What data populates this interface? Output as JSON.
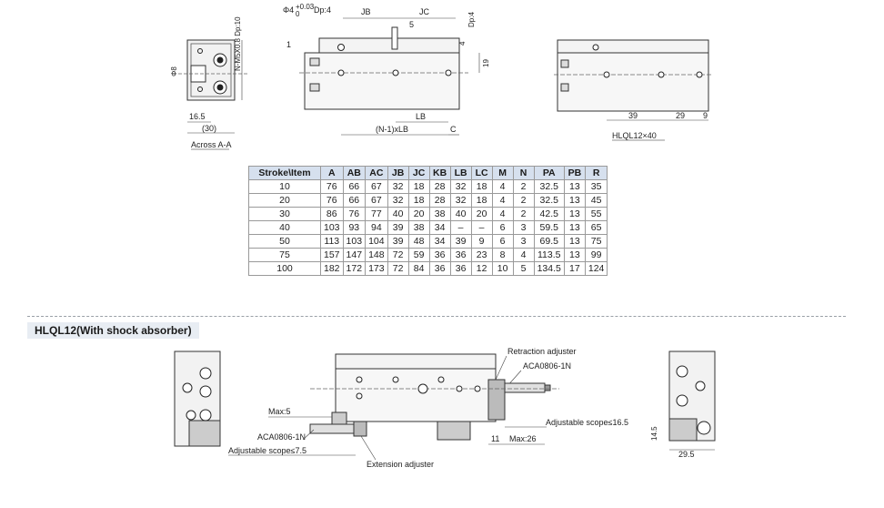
{
  "top_view": {
    "left": {
      "n_label": "N-M5X0.8 Dp:10",
      "phi8": "Φ8",
      "dim_16_5": "16.5",
      "dim_30": "(30)",
      "caption": "Across A-A"
    },
    "center": {
      "phi4": "Φ4",
      "tol": "+0.03",
      "tol0": "0",
      "dp4": "Dp:4",
      "jb": "JB",
      "jc": "JC",
      "dim5": "5",
      "dim1": "1",
      "dim19": "19",
      "right_tol": "4",
      "right_dp": "Dp:4",
      "lb": "LB",
      "nlb": "(N-1)xLB",
      "c": "C"
    },
    "right": {
      "d39": "39",
      "d29": "29",
      "d9": "9",
      "caption": "HLQL12×40"
    }
  },
  "spec_table": {
    "headers": [
      "Stroke\\Item",
      "A",
      "AB",
      "AC",
      "JB",
      "JC",
      "KB",
      "LB",
      "LC",
      "M",
      "N",
      "PA",
      "PB",
      "R"
    ],
    "rows": [
      [
        "10",
        "76",
        "66",
        "67",
        "32",
        "18",
        "28",
        "32",
        "18",
        "4",
        "2",
        "32.5",
        "13",
        "35"
      ],
      [
        "20",
        "76",
        "66",
        "67",
        "32",
        "18",
        "28",
        "32",
        "18",
        "4",
        "2",
        "32.5",
        "13",
        "45"
      ],
      [
        "30",
        "86",
        "76",
        "77",
        "40",
        "20",
        "38",
        "40",
        "20",
        "4",
        "2",
        "42.5",
        "13",
        "55"
      ],
      [
        "40",
        "103",
        "93",
        "94",
        "39",
        "38",
        "34",
        "–",
        "–",
        "6",
        "3",
        "59.5",
        "13",
        "65"
      ],
      [
        "50",
        "113",
        "103",
        "104",
        "39",
        "48",
        "34",
        "39",
        "9",
        "6",
        "3",
        "69.5",
        "13",
        "75"
      ],
      [
        "75",
        "157",
        "147",
        "148",
        "72",
        "59",
        "36",
        "36",
        "23",
        "8",
        "4",
        "113.5",
        "13",
        "99"
      ],
      [
        "100",
        "182",
        "172",
        "173",
        "72",
        "84",
        "36",
        "36",
        "12",
        "10",
        "5",
        "134.5",
        "17",
        "124"
      ]
    ]
  },
  "section": {
    "title": "HLQL12(With shock absorber)"
  },
  "bottom_view": {
    "retraction": "Retraction adjuster",
    "aca_top": "ACA0806-1N",
    "max5": "Max:5",
    "aca_bottom": "ACA0806-1N",
    "scope_left": "Adjustable scope≤7.5",
    "scope_right": "Adjustable scope≤16.5",
    "d11": "11",
    "max26": "Max:26",
    "extension": "Extension adjuster",
    "d14_5": "14.5",
    "d29_5": "29.5"
  }
}
